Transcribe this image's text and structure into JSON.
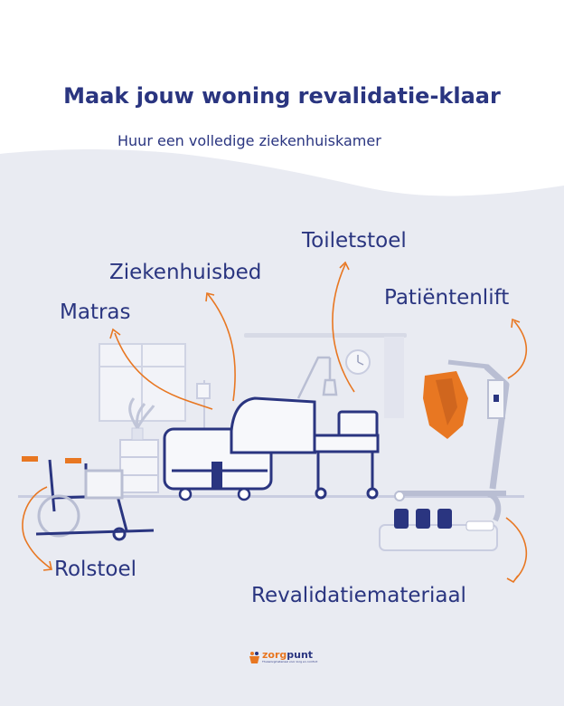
{
  "header": {
    "title": "Maak jouw woning revalidatie-klaar",
    "subtitle": "Huur een volledige ziekenhuiskamer"
  },
  "labels": {
    "toiletstoel": "Toiletstoel",
    "ziekenhuisbed": "Ziekenhuisbed",
    "patientenlift": "Patiëntenlift",
    "matras": "Matras",
    "rolstoel": "Rolstoel",
    "revalidatiemateriaal": "Revalidatiemateriaal"
  },
  "brand": {
    "name_part1": "zorg",
    "name_part2": "punt",
    "tagline": "Thuiszorgmateriaal voor zorg en comfort"
  },
  "colors": {
    "navy": "#2a3580",
    "orange": "#e87722",
    "background": "#e9ebf2"
  }
}
